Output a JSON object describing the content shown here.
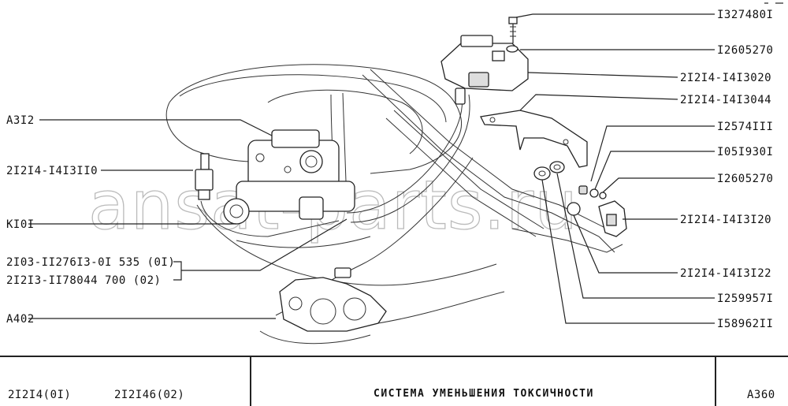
{
  "labels_left": [
    {
      "id": "a312",
      "text": "A3I2"
    },
    {
      "id": "2i2i4-i4i3ii0",
      "text": "2I2I4-I4I3II0"
    },
    {
      "id": "ki0i",
      "text": "KI0I"
    },
    {
      "id": "2i03",
      "text": "2I03-II276I3-0I 535 (0I)"
    },
    {
      "id": "2i2i3",
      "text": "2I2I3-II78044   700 (02)"
    },
    {
      "id": "a402",
      "text": "A402"
    }
  ],
  "labels_right": [
    {
      "id": "i327480i",
      "text": "I327480I"
    },
    {
      "id": "i2605270a",
      "text": "I2605270"
    },
    {
      "id": "2i2i4-i4i3020",
      "text": "2I2I4-I4I3020"
    },
    {
      "id": "2i2i4-i4i3044",
      "text": "2I2I4-I4I3044"
    },
    {
      "id": "i2574iii",
      "text": "I2574III"
    },
    {
      "id": "i05i930i",
      "text": "I05I930I"
    },
    {
      "id": "i2605270b",
      "text": "I2605270"
    },
    {
      "id": "2i2i4-i4i3i20",
      "text": "2I2I4-I4I3I20"
    },
    {
      "id": "2i2i4-i4i3i22",
      "text": "2I2I4-I4I3I22"
    },
    {
      "id": "i2599571",
      "text": "I259957I"
    },
    {
      "id": "i58962ii",
      "text": "I58962II"
    }
  ],
  "watermark": "ansat-parts.ru",
  "footer": {
    "models_1": "2I2I4(0I)",
    "models_2": "2I2I46(02)",
    "title": "СИСТЕМА  УМЕНЬШЕНИЯ  ТОКСИЧНОСТИ",
    "page_code": "A360"
  }
}
